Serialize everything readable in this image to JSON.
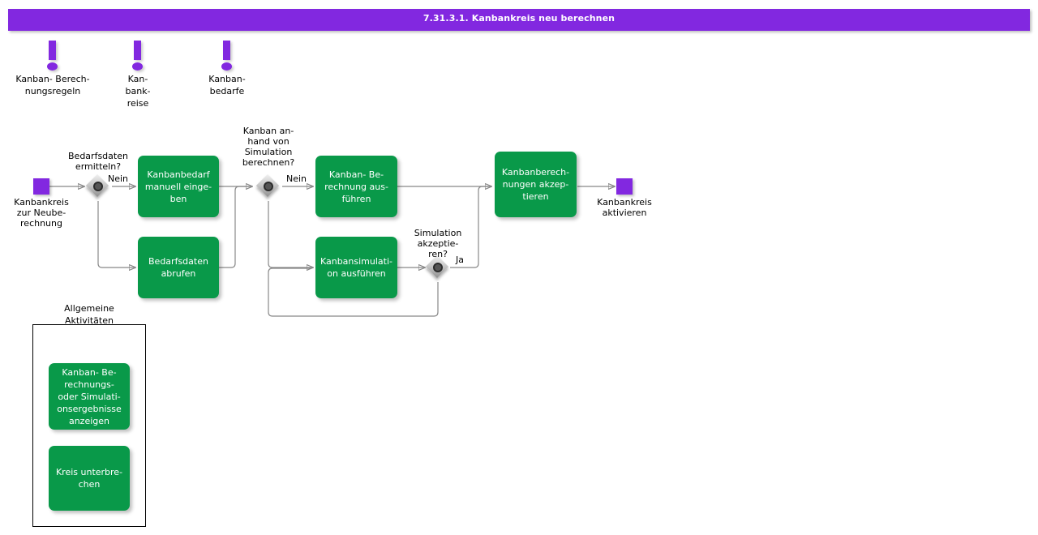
{
  "title": "7.31.3.1. Kanbankreis neu berechnen",
  "colors": {
    "title_bar": "#8228e0",
    "activity_green": "#099949",
    "terminator_purple": "#8228e0",
    "connector_gray": "#888888",
    "text_dark": "#000000",
    "text_light": "#ffffff"
  },
  "events": [
    {
      "icon": "exclamation-icon",
      "label": "Kanban-  Berech-\nnungsregeln"
    },
    {
      "icon": "exclamation-icon",
      "label": "Kan-\nbank-\nreise"
    },
    {
      "icon": "exclamation-icon",
      "label": "Kanban-\nbedarfe"
    }
  ],
  "terminators": [
    {
      "name": "start",
      "label": "Kanbankreis\nzur   Neube-\nrechnung"
    },
    {
      "name": "end",
      "label": "Kanbankreis\naktivieren"
    }
  ],
  "decisions": [
    {
      "question": "Bedarfsdaten\nermitteln?",
      "branch_label": "Nein"
    },
    {
      "question": "Kanban an-\nhand von\nSimulation\nberechnen?",
      "branch_label": "Nein"
    },
    {
      "question": "Simulation\nakzeptie-\nren?",
      "branch_label": "Ja"
    }
  ],
  "activities": [
    {
      "id": "kanbanbedarf",
      "label": "Kanbanbedarf\nmanuell einge-\nben"
    },
    {
      "id": "bedarfsdaten",
      "label": "Bedarfsdaten\nabrufen"
    },
    {
      "id": "berechnung",
      "label": "Kanban- Be-\nrechnung aus-\nführen"
    },
    {
      "id": "simulation",
      "label": "Kanbansimulati-\non ausführen"
    },
    {
      "id": "akzeptieren",
      "label": "Kanbanberech-\nnungen   akzep-\ntieren"
    }
  ],
  "group": {
    "label": "Allgemeine\nAktivitäten",
    "activities": [
      {
        "id": "ergebnisse",
        "label": "Kanban-  Be-\nrechnungs-\noder   Simulati-\nonsergebnisse\nanzeigen"
      },
      {
        "id": "unterbrechen",
        "label": "Kreis unterbre-\nchen"
      }
    ]
  }
}
